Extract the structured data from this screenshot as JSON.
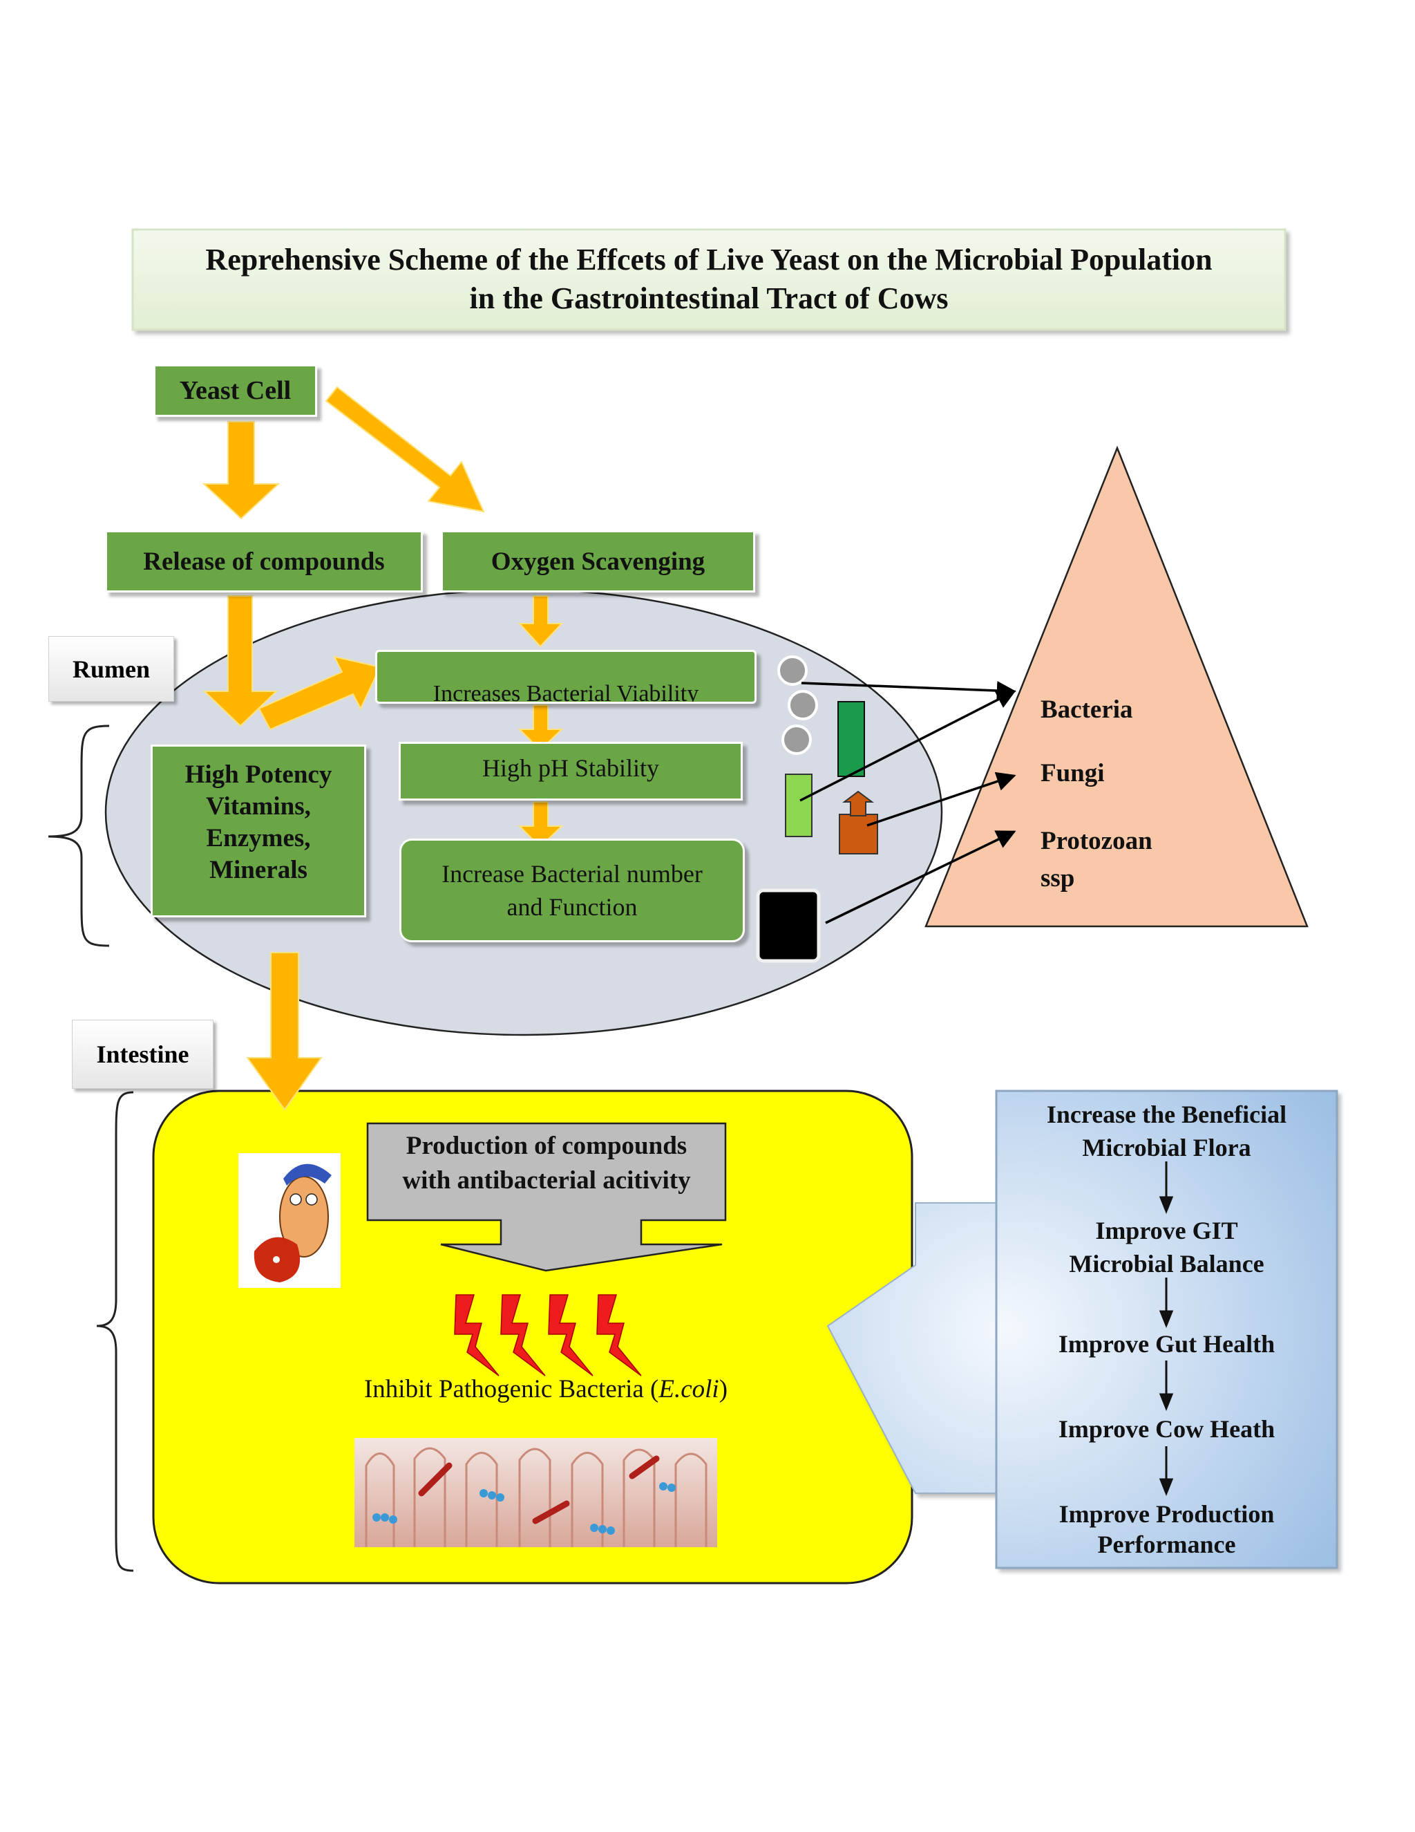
{
  "title": {
    "line1": "Reprehensive Scheme of the Effcets of Live Yeast on the Microbial Population",
    "line2": "in the Gastrointestinal Tract of Cows"
  },
  "flow": {
    "yeast_cell": "Yeast Cell",
    "release_of_compounds": "Release of compounds",
    "oxygen_scavenging": "Oxygen Scavenging",
    "increases_bacterial_viability": "Increases Bacterial Viability",
    "high_ph_stability": "High pH Stability",
    "increase_bacterial_number_line1": "Increase Bacterial number",
    "increase_bacterial_number_line2": "and Function",
    "high_potency_line1": "High Potency",
    "high_potency_line2": "Vitamins,",
    "high_potency_line3": "Enzymes,",
    "high_potency_line4": "Minerals"
  },
  "regions": {
    "rumen": "Rumen",
    "intestine": "Intestine"
  },
  "pyramid": {
    "bacteria": "Bacteria",
    "fungi": "Fungi",
    "protozoan_line1": "Protozoan",
    "protozoan_line2": "ssp"
  },
  "intestine": {
    "production_line1": "Production of compounds",
    "production_line2": "with antibacterial acitivity",
    "inhibit_prefix": "Inhibit Pathogenic Bacteria (",
    "inhibit_species": "E.coli",
    "inhibit_suffix": ")"
  },
  "benefits": {
    "step1_line1": "Increase the Beneficial",
    "step1_line2": "Microbial Flora",
    "step2_line1": "Improve GIT",
    "step2_line2": "Microbial Balance",
    "step3": "Improve Gut Health",
    "step4": "Improve Cow Heath",
    "step5_line1": "Improve Production",
    "step5_line2": "Performance"
  },
  "colors": {
    "green": "#6aa646",
    "arrow_orange": "#ffb400",
    "rumen_ellipse": "#d7dbe4",
    "pyramid": "#f8c8a8",
    "intestine_yellow": "#ffff00",
    "benefit_blue": "#a9c8e8",
    "bolt_red": "#ee1c1c"
  }
}
